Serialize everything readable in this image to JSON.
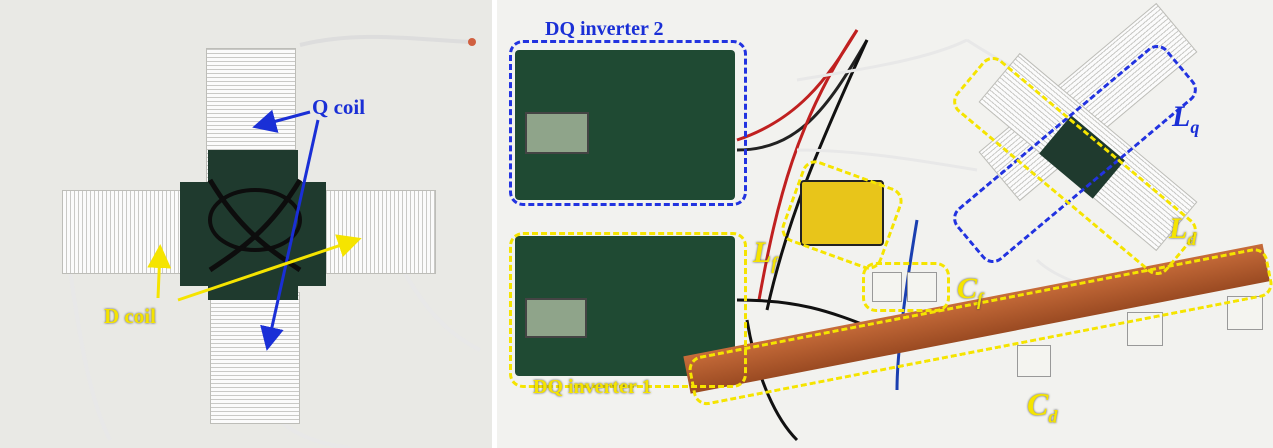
{
  "left": {
    "q_coil_label": "Q coil",
    "d_coil_label": "D coil"
  },
  "right": {
    "dq_inverter_2": "DQ inverter 2",
    "dq_inverter_1": "DQ inverter 1",
    "lq": "L",
    "lq_sub": "q",
    "ld": "L",
    "ld_sub": "d",
    "lf": "L",
    "lf_sub": "f",
    "cf": "C",
    "cf_sub": "f",
    "cd": "C",
    "cd_sub": "d"
  },
  "colors": {
    "blue_annotation": "#1a2fd6",
    "yellow_annotation": "#f5e400"
  },
  "icons": [
    "blue-arrow-icon",
    "yellow-arrow-icon"
  ]
}
